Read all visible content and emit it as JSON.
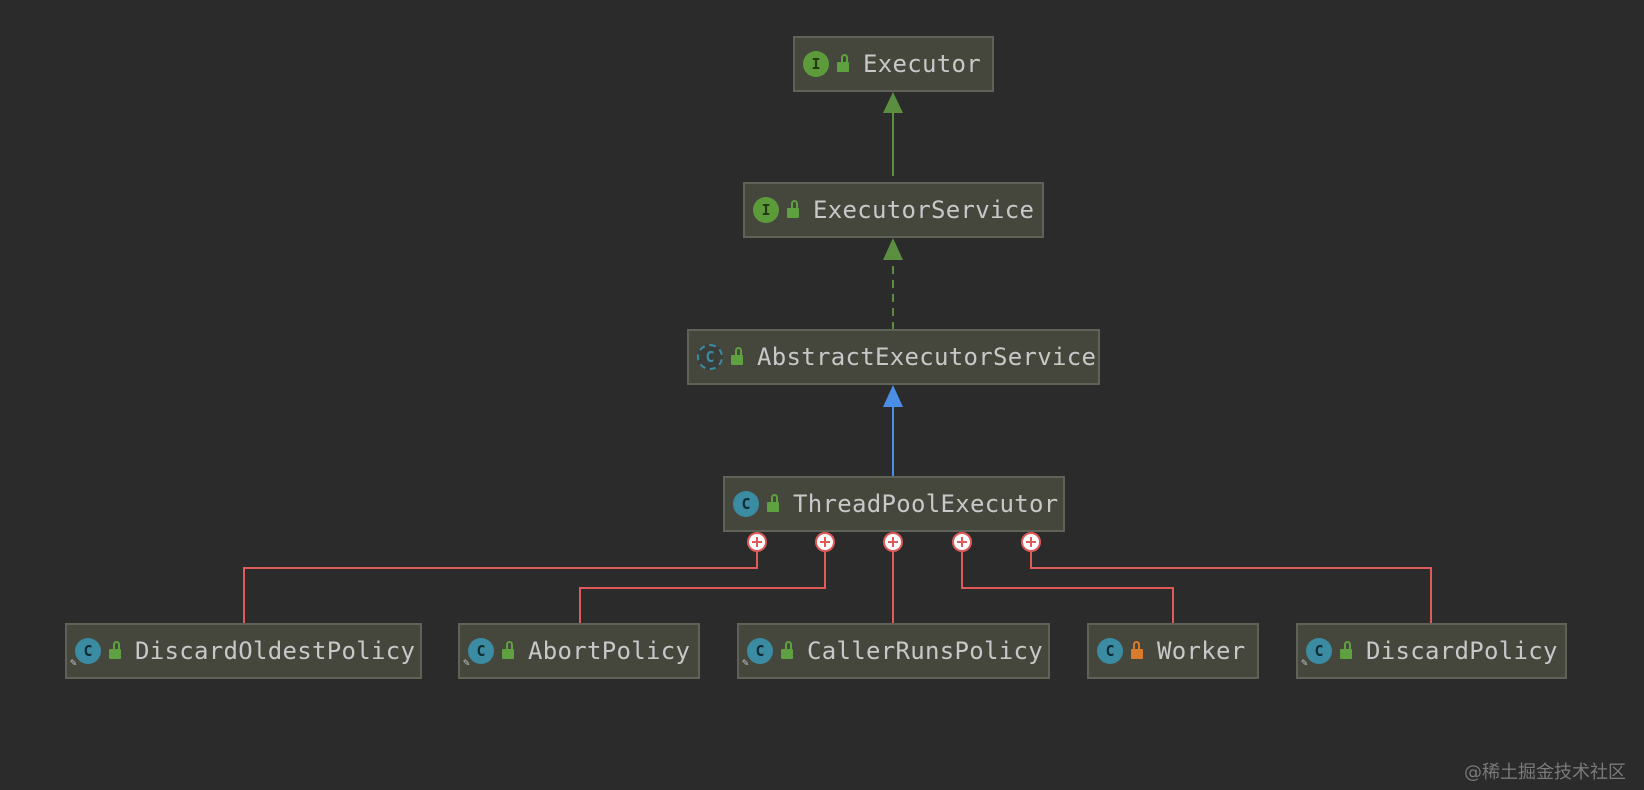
{
  "nodes": {
    "executor": {
      "label": "Executor",
      "kind": "interface",
      "badge": "I",
      "visibility": "public"
    },
    "executor_service": {
      "label": "ExecutorService",
      "kind": "interface",
      "badge": "I",
      "visibility": "public"
    },
    "abstract_executor_service": {
      "label": "AbstractExecutorService",
      "kind": "abstract-class",
      "badge": "C",
      "visibility": "public"
    },
    "thread_pool_executor": {
      "label": "ThreadPoolExecutor",
      "kind": "class",
      "badge": "C",
      "visibility": "public"
    },
    "discard_oldest_policy": {
      "label": "DiscardOldestPolicy",
      "kind": "static-nested-class",
      "badge": "C",
      "visibility": "public"
    },
    "abort_policy": {
      "label": "AbortPolicy",
      "kind": "static-nested-class",
      "badge": "C",
      "visibility": "public"
    },
    "caller_runs_policy": {
      "label": "CallerRunsPolicy",
      "kind": "static-nested-class",
      "badge": "C",
      "visibility": "public"
    },
    "worker": {
      "label": "Worker",
      "kind": "nested-class",
      "badge": "C",
      "visibility": "private"
    },
    "discard_policy": {
      "label": "DiscardPolicy",
      "kind": "static-nested-class",
      "badge": "C",
      "visibility": "public"
    }
  },
  "edges": [
    {
      "from": "executor_service",
      "to": "executor",
      "type": "extends"
    },
    {
      "from": "abstract_executor_service",
      "to": "executor_service",
      "type": "implements"
    },
    {
      "from": "thread_pool_executor",
      "to": "abstract_executor_service",
      "type": "extends"
    },
    {
      "from": "discard_oldest_policy",
      "to": "thread_pool_executor",
      "type": "inner"
    },
    {
      "from": "abort_policy",
      "to": "thread_pool_executor",
      "type": "inner"
    },
    {
      "from": "caller_runs_policy",
      "to": "thread_pool_executor",
      "type": "inner"
    },
    {
      "from": "worker",
      "to": "thread_pool_executor",
      "type": "inner"
    },
    {
      "from": "discard_policy",
      "to": "thread_pool_executor",
      "type": "inner"
    }
  ],
  "colors": {
    "background": "#2b2b2b",
    "interface_extends": "#5b8f3f",
    "class_extends": "#4a8ee6",
    "inner_class": "#e05a5a",
    "node_fill": "#45473d",
    "node_border": "#5f6256",
    "text": "#c8c8c8"
  },
  "watermark": "@稀土掘金技术社区"
}
